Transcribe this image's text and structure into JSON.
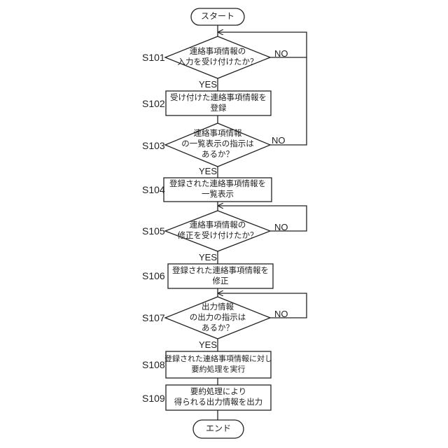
{
  "flowchart": {
    "start": "スタート",
    "end": "エンド",
    "yes": "YES",
    "no": "NO",
    "steps": [
      {
        "id": "S101",
        "type": "decision",
        "lines": [
          "連絡事項情報の",
          "入力を受け付けたか？"
        ]
      },
      {
        "id": "S102",
        "type": "process",
        "lines": [
          "受け付けた連絡事項情報を",
          "登録"
        ]
      },
      {
        "id": "S103",
        "type": "decision",
        "lines": [
          "連絡事項情報",
          "の一覧表示の指示は",
          "あるか？"
        ]
      },
      {
        "id": "S104",
        "type": "process",
        "lines": [
          "登録された連絡事項情報を",
          "一覧表示"
        ]
      },
      {
        "id": "S105",
        "type": "decision",
        "lines": [
          "連絡事項情報の",
          "修正を受け付けたか？"
        ]
      },
      {
        "id": "S106",
        "type": "process",
        "lines": [
          "登録された連絡事項情報を",
          "修正"
        ]
      },
      {
        "id": "S107",
        "type": "decision",
        "lines": [
          "出力情報",
          "の出力の指示は",
          "あるか？"
        ]
      },
      {
        "id": "S108",
        "type": "process",
        "lines": [
          "登録された連絡事項情報に対し",
          "要約処理を実行"
        ]
      },
      {
        "id": "S109",
        "type": "process",
        "lines": [
          "要約処理により",
          "得られる出力情報を出力"
        ]
      }
    ]
  }
}
